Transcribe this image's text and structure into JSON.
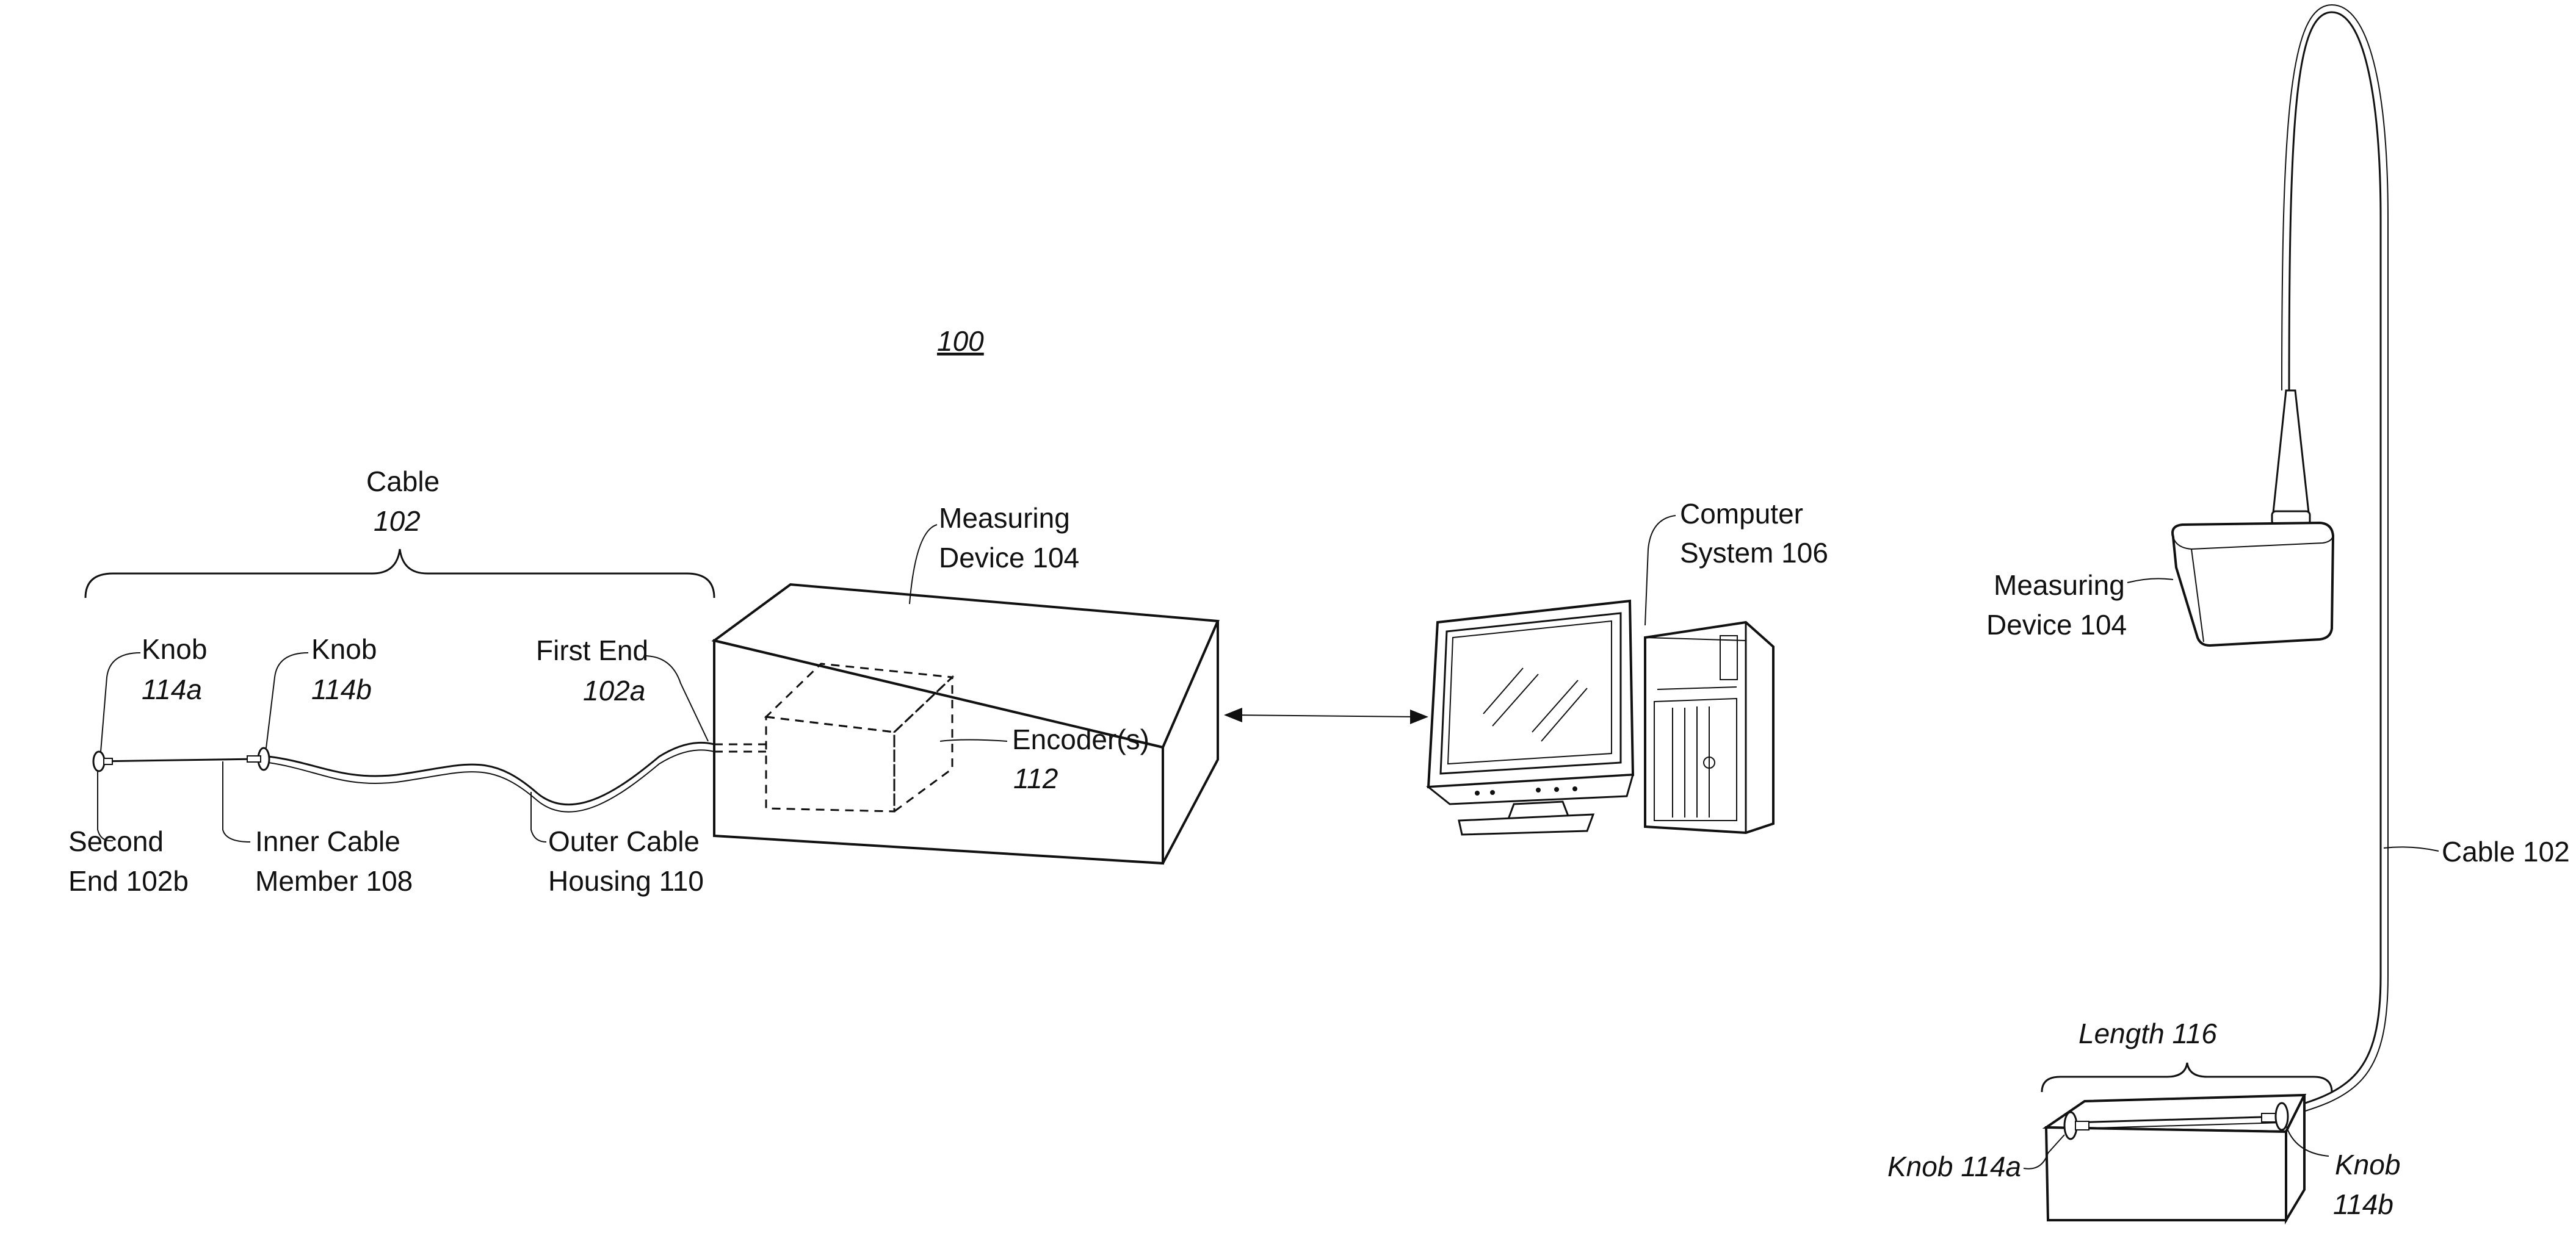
{
  "figure": {
    "figure_ref": "100",
    "left_view": {
      "cable_label": "Cable",
      "cable_ref": "102",
      "measuring_device_label_line1": "Measuring",
      "measuring_device_label_line2": "Device",
      "measuring_device_ref": "104",
      "computer_label_line1": "Computer",
      "computer_label_line2": "System",
      "computer_ref": "106",
      "knob_a_label": "Knob",
      "knob_a_ref": "114a",
      "knob_b_label": "Knob",
      "knob_b_ref": "114b",
      "first_end_label": "First End",
      "first_end_ref": "102a",
      "encoder_label": "Encoder(s)",
      "encoder_ref": "112",
      "second_end_line1": "Second",
      "second_end_line2": "End",
      "second_end_ref": "102b",
      "inner_cable_line1": "Inner Cable",
      "inner_cable_line2": "Member",
      "inner_cable_ref": "108",
      "outer_cable_line1": "Outer Cable",
      "outer_cable_line2": "Housing",
      "outer_cable_ref": "110"
    },
    "right_view": {
      "measuring_device_label_line1": "Measuring",
      "measuring_device_label_line2": "Device",
      "measuring_device_ref": "104",
      "cable_label": "Cable",
      "cable_ref": "102",
      "length_label": "Length 116",
      "knob_a_label": "Knob 114a",
      "knob_b_label": "Knob",
      "knob_b_ref": "114b"
    }
  }
}
